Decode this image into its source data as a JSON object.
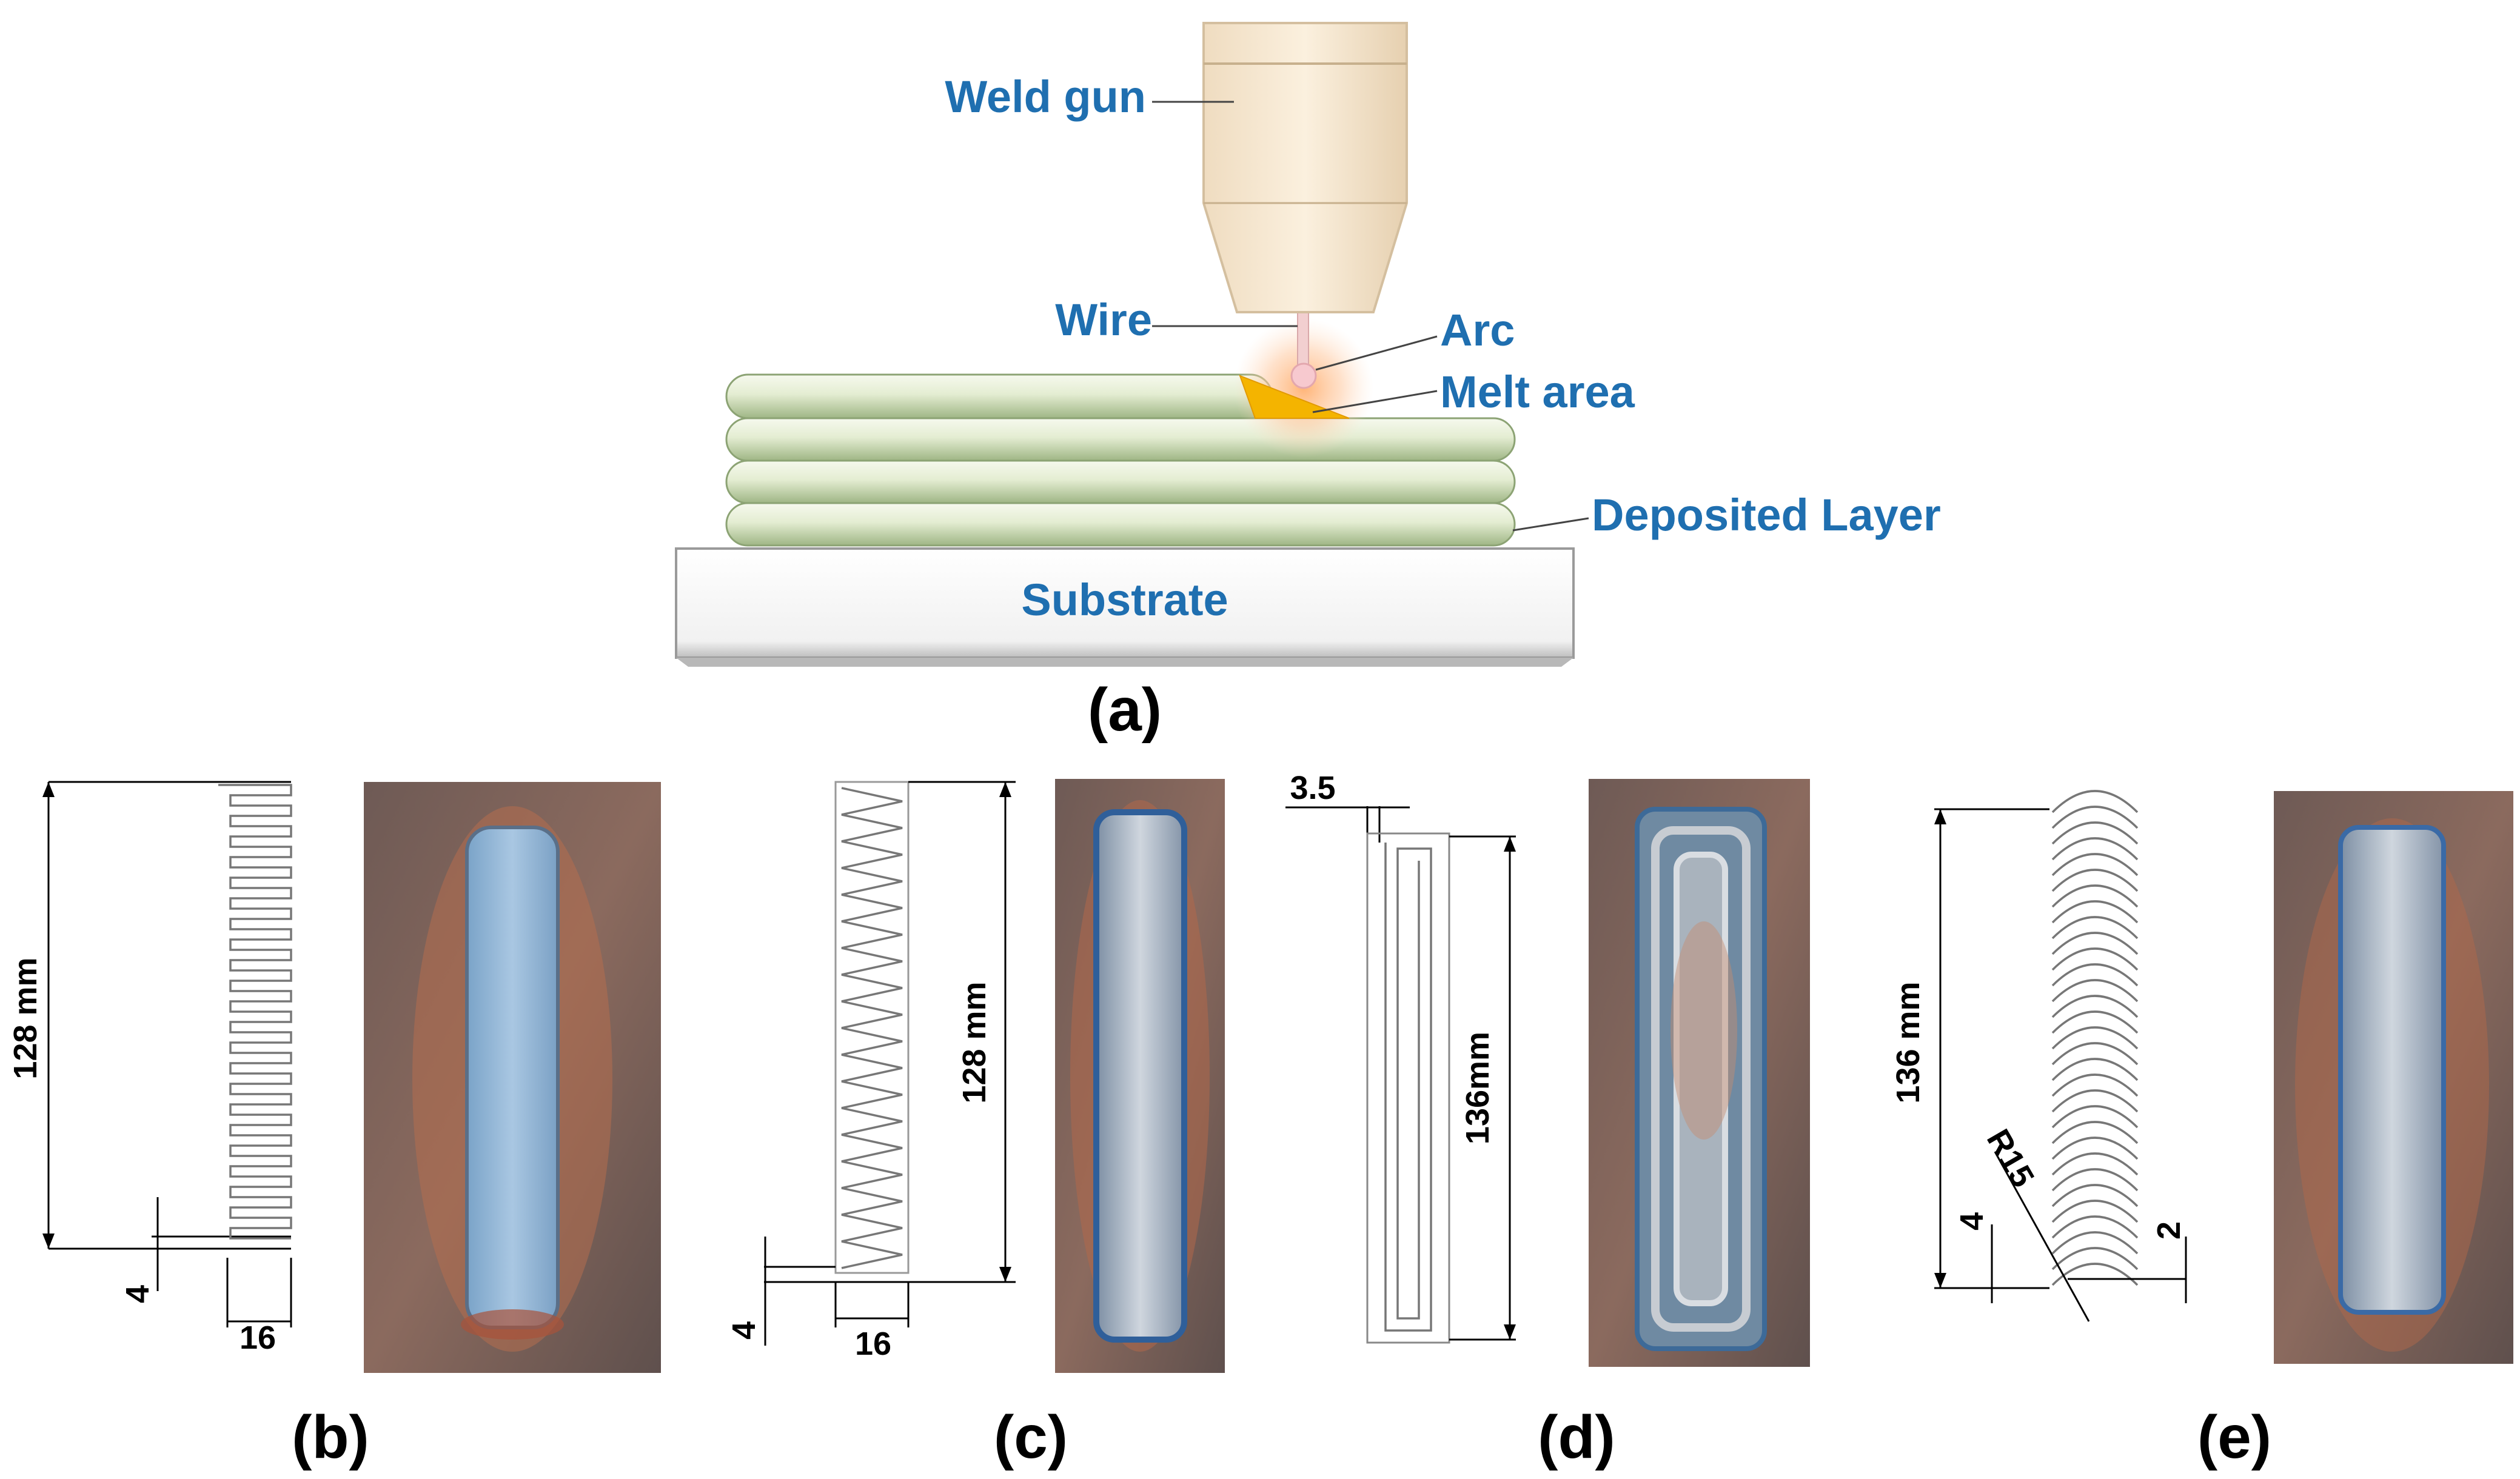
{
  "labels": {
    "weld_gun": "Weld gun",
    "wire": "Wire",
    "arc": "Arc",
    "melt_area": "Melt area",
    "deposited_layer": "Deposited Layer",
    "substrate": "Substrate"
  },
  "captions": {
    "a": "(a)",
    "b": "(b)",
    "c": "(c)",
    "d": "(d)",
    "e": "(e)"
  },
  "dimensions": {
    "b": {
      "length": "128 mm",
      "step": "4",
      "width": "16"
    },
    "c": {
      "length": "128 mm",
      "step": "4",
      "width": "16"
    },
    "d": {
      "offset": "3.5",
      "length": "136mm"
    },
    "e": {
      "length": "136 mm",
      "step": "4",
      "radius": "R15",
      "gap": "2"
    }
  },
  "colors": {
    "label_blue": "#1f6fb0",
    "gun_beige": "#f7e7cf",
    "bead_green": "#e6efd6",
    "melt_orange": "#f4b400"
  }
}
